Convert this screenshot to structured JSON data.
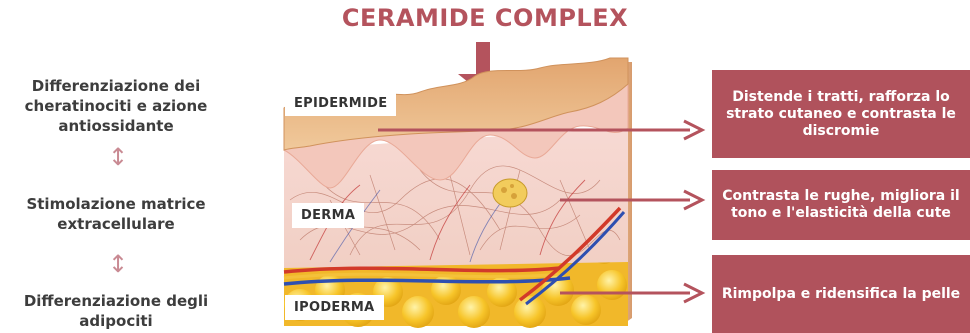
{
  "title": "CERAMIDE COMPLEX",
  "left_column": [
    "Differenziazione dei cheratinociti e azione antiossidante",
    "Stimolazione matrice extracellulare",
    "Differenziazione degli adipociti"
  ],
  "layers": {
    "epidermide": "EPIDERMIDE",
    "derma": "DERMA",
    "ipoderma": "IPODERMA"
  },
  "benefits": [
    "Distende i tratti, rafforza lo strato cutaneo e contrasta le discromie",
    "Contrasta le rughe, migliora il tono e l'elasticità della cute",
    "Rimpolpa e ridensifica la pelle"
  ],
  "colors": {
    "accent": "#b4535d",
    "box": "#b0525c",
    "epidermis": "#e9b27f",
    "dermis": "#f4dcd4",
    "fat": "#f2c02a"
  }
}
